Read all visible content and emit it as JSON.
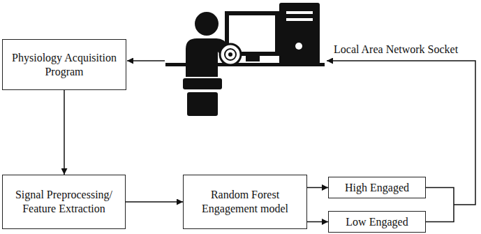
{
  "diagram": {
    "nodes": [
      {
        "text": [
          "Physiology Acquisition Program"
        ]
      },
      {
        "text": [
          "Signal Preprocessing/ Feature Extraction"
        ]
      },
      {
        "text": [
          "Random Forest Engagement model"
        ]
      },
      {
        "text": [
          "High Engaged"
        ]
      },
      {
        "text": [
          "Low Engaged"
        ]
      }
    ],
    "edges": [
      {
        "from": 0,
        "to": 1,
        "arrow": "to"
      },
      {
        "from": 1,
        "to": 2,
        "arrow": "to"
      },
      {
        "from": 2,
        "to": 3,
        "arrow": "to"
      },
      {
        "from": 2,
        "to": 4,
        "arrow": "to"
      }
    ],
    "labels": [
      "Local Area Network Socket"
    ]
  }
}
